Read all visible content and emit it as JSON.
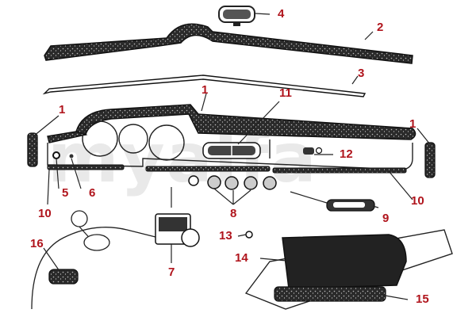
{
  "diagram": {
    "watermark": "myalfa",
    "callout_color": "#b0141c",
    "callouts": {
      "c1_left": "1",
      "c1_top": "1",
      "c1_right": "1",
      "c2": "2",
      "c3": "3",
      "c4": "4",
      "c5": "5",
      "c6": "6",
      "c7": "7",
      "c8": "8",
      "c9": "9",
      "c10_left": "10",
      "c10_right": "10",
      "c11": "11",
      "c12": "12",
      "c13": "13",
      "c14": "14",
      "c15": "15",
      "c16": "16"
    }
  }
}
